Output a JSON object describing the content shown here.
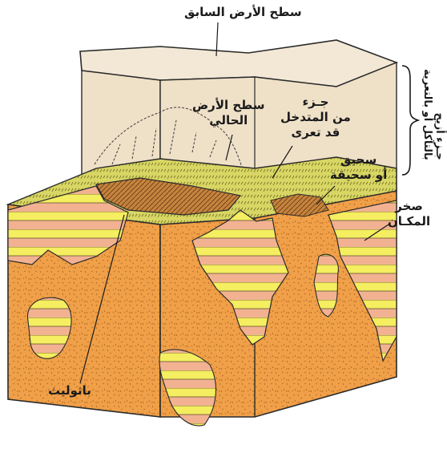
{
  "labels": {
    "former_surface": "سطح الأرض السابق",
    "current_surface_l1": "سطح الأرض",
    "current_surface_l2": "الحالي",
    "eroded_l1": "جـزء",
    "eroded_l2": "من المتدخل",
    "eroded_l3": "قد تعرى",
    "roof_pendant_l1": "سحيق",
    "roof_pendant_l2": "أو سحيقة",
    "country_rock_l1": "صخر",
    "country_rock_l2": "المكـان",
    "batholith": "باثوليث",
    "removed_part_l1": "جـزء أزيح",
    "removed_part_l2": "بالتآكل أو بالتعرية"
  },
  "colors": {
    "background": "#ffffff",
    "removed_block": "#efe0c8",
    "batholith": "#f0a048",
    "batholith_dark": "#c77a2c",
    "country_yellow": "#f4ee60",
    "country_pink": "#f2b292",
    "surface_green": "#d8d664",
    "outline": "#2a2a2a"
  }
}
